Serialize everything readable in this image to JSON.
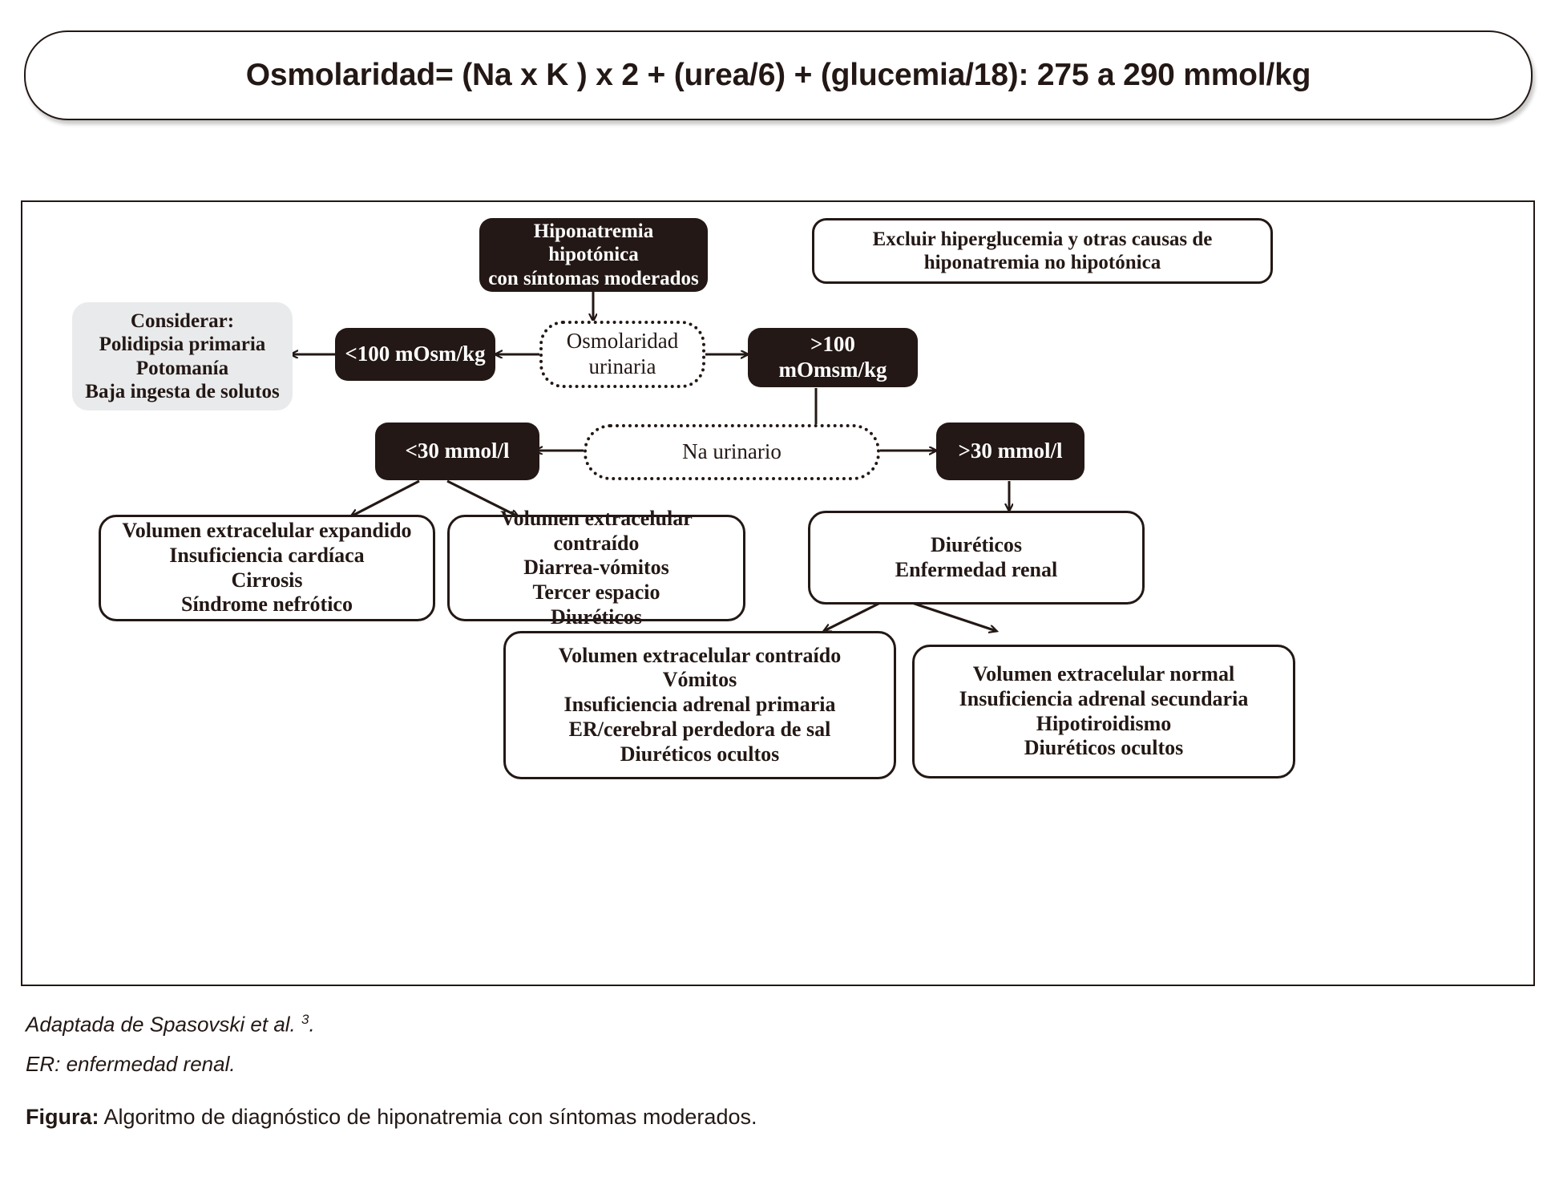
{
  "formula": {
    "text": "Osmolaridad= (Na x K ) x 2 + (urea/6) + (glucemia/18): 275 a 290 mmol/kg"
  },
  "flowchart": {
    "nodes": {
      "root": "Hiponatremia hipotónica\ncon síntomas moderados",
      "exclude": "Excluir hiperglucemia y otras causas de\nhiponatremia no hipotónica",
      "consider": "Considerar:\nPolidipsia primaria\nPotomanía\nBaja ingesta de solutos",
      "osm_low": "<100 mOsm/kg",
      "osm_decision": "Osmolaridad\nurinaria",
      "osm_high": ">100 mOmsm/kg",
      "na_low": "<30 mmol/l",
      "na_decision": "Na urinario",
      "na_high": ">30 mmol/l",
      "vol_expanded": "Volumen extracelular expandido\nInsuficiencia cardíaca\nCirrosis\nSíndrome nefrótico",
      "vol_contracted": "Volumen extracelular contraído\nDiarrea-vómitos\nTercer espacio\nDiuréticos",
      "diuretics_renal": "Diuréticos\nEnfermedad renal",
      "vol_contracted_2": "Volumen extracelular contraído\nVómitos\nInsuficiencia adrenal primaria\nER/cerebral perdedora de sal\nDiuréticos ocultos",
      "vol_normal": "Volumen extracelular normal\nInsuficiencia adrenal secundaria\nHipotiroidismo\nDiuréticos ocultos"
    }
  },
  "notes": {
    "source": "Adaptada de Spasovski et al. ",
    "source_ref": "3",
    "source_end": ".",
    "abbreviation": "ER: enfermedad renal."
  },
  "caption": {
    "label": "Figura:",
    "text": "Algoritmo de diagnóstico de hiponatremia con síntomas moderados."
  },
  "colors": {
    "ink": "#231815",
    "dark_fill": "#231815",
    "gray_fill": "#e9eaeb",
    "page": "#ffffff"
  }
}
